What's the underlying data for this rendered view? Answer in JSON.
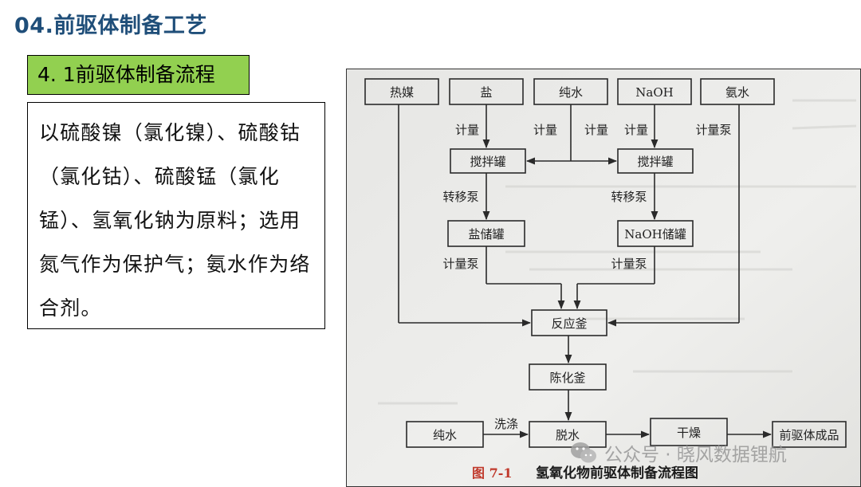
{
  "slide": {
    "heading": "04.前驱体制备工艺",
    "section_tag": "4. 1前驱体制备流程",
    "description": "以硫酸镍（氯化镍）、硫酸钴（氯化钴）、硫酸锰（氯化锰）、氢氧化钠为原料；选用氮气作为保护气；氨水作为络合剂。"
  },
  "flowchart": {
    "raw_materials": [
      "热媒",
      "盐",
      "纯水",
      "NaOH",
      "氨水"
    ],
    "edge_labels": {
      "meter_salt": "计量",
      "meter_water_left": "计量",
      "meter_water_right": "计量",
      "meter_naoh": "计量",
      "meter_pump_ammonia": "计量泵",
      "transfer_pump_left": "转移泵",
      "transfer_pump_right": "转移泵",
      "meter_pump_left": "计量泵",
      "meter_pump_right": "计量泵",
      "washing": "洗涤"
    },
    "nodes": {
      "stir_tank_left": "搅拌罐",
      "stir_tank_right": "搅拌罐",
      "salt_storage": "盐储罐",
      "naoh_storage": "NaOH储罐",
      "reactor": "反应釜",
      "aging": "陈化釜",
      "pure_water": "纯水",
      "dehydration": "脱水",
      "drying": "干燥",
      "product": "前驱体成品"
    },
    "caption_number": "图 7-1",
    "caption_title": "氢氧化物前驱体制备流程图"
  },
  "watermark": {
    "text": "公众号 · 晓风数据锂航",
    "icon": "wechat-icon"
  }
}
